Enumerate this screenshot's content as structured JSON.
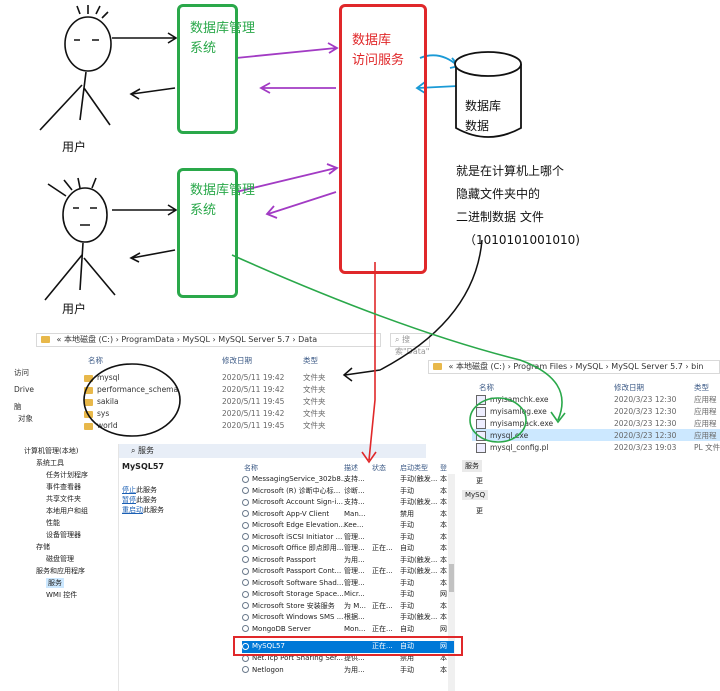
{
  "diagram": {
    "users": [
      "用户",
      "用户"
    ],
    "dbms_label": "数据库管理\n系统",
    "dbms_labels": [
      "数据库管理",
      "系统"
    ],
    "access_service": [
      "数据库",
      "访问服务"
    ],
    "database": [
      "数据库",
      "数据"
    ],
    "note_lines": [
      "就是在计算机上哪个",
      "隐藏文件夹中的",
      "二进制数据 文件",
      "（1010101001010)"
    ]
  },
  "explorer_data": {
    "path": [
      "«",
      "本地磁盘 (C:)",
      "ProgramData",
      "MySQL",
      "MySQL Server 5.7",
      "Data"
    ],
    "search_placeholder": "搜索\"Data\"",
    "columns": [
      "名称",
      "修改日期",
      "类型"
    ],
    "nav": [
      "访问",
      "Drive",
      "脑",
      "对象"
    ],
    "rows": [
      {
        "name": "mysql",
        "date": "2020/5/11 19:42",
        "type": "文件夹"
      },
      {
        "name": "performance_schema",
        "date": "2020/5/11 19:42",
        "type": "文件夹"
      },
      {
        "name": "sakila",
        "date": "2020/5/11 19:45",
        "type": "文件夹"
      },
      {
        "name": "sys",
        "date": "2020/5/11 19:42",
        "type": "文件夹"
      },
      {
        "name": "world",
        "date": "2020/5/11 19:45",
        "type": "文件夹"
      }
    ]
  },
  "explorer_bin": {
    "path": [
      "«",
      "本地磁盘 (C:)",
      "Program Files",
      "MySQL",
      "MySQL Server 5.7",
      "bin"
    ],
    "columns": [
      "名称",
      "修改日期",
      "类型"
    ],
    "rows": [
      {
        "name": "myisamchk.exe",
        "date": "2020/3/23 12:30",
        "type": "应用程"
      },
      {
        "name": "myisamlog.exe",
        "date": "2020/3/23 12:30",
        "type": "应用程"
      },
      {
        "name": "myisampack.exe",
        "date": "2020/3/23 12:30",
        "type": "应用程"
      },
      {
        "name": "mysql.exe",
        "date": "2020/3/23 12:30",
        "type": "应用程"
      },
      {
        "name": "mysql_config.pl",
        "date": "2020/3/23 19:03",
        "type": "PL 文件"
      }
    ],
    "side": [
      "服务",
      "MySQ",
      "更"
    ]
  },
  "services": {
    "header": "服务",
    "selected_service": "MySQL57",
    "actions_label": [
      "停止此服务",
      "暂停此服务",
      "重启动此服务"
    ],
    "actions_links": [
      "停止",
      "暂停",
      "重启动"
    ],
    "actions_rest": [
      "此服务",
      "此服务",
      "此服务"
    ],
    "columns": [
      "名称",
      "描述",
      "状态",
      "启动类型",
      "登"
    ],
    "rows": [
      {
        "name": "MessagingService_302b8...",
        "desc": "支持...",
        "status": "",
        "start": "手动(触发...",
        "logon": "本"
      },
      {
        "name": "Microsoft (R) 诊断中心标...",
        "desc": "诊断...",
        "status": "",
        "start": "手动",
        "logon": "本"
      },
      {
        "name": "Microsoft Account Sign-i...",
        "desc": "支持...",
        "status": "",
        "start": "手动(触发...",
        "logon": "本"
      },
      {
        "name": "Microsoft App-V Client",
        "desc": "Man...",
        "status": "",
        "start": "禁用",
        "logon": "本"
      },
      {
        "name": "Microsoft Edge Elevation...",
        "desc": "Kee...",
        "status": "",
        "start": "手动",
        "logon": "本"
      },
      {
        "name": "Microsoft iSCSI Initiator ...",
        "desc": "管理...",
        "status": "",
        "start": "手动",
        "logon": "本"
      },
      {
        "name": "Microsoft Office 即点即用...",
        "desc": "管理...",
        "status": "正在...",
        "start": "自动",
        "logon": "本"
      },
      {
        "name": "Microsoft Passport",
        "desc": "为用...",
        "status": "",
        "start": "手动(触发...",
        "logon": "本"
      },
      {
        "name": "Microsoft Passport Cont...",
        "desc": "管理...",
        "status": "正在...",
        "start": "手动(触发...",
        "logon": "本"
      },
      {
        "name": "Microsoft Software Shad...",
        "desc": "管理...",
        "status": "",
        "start": "手动",
        "logon": "本"
      },
      {
        "name": "Microsoft Storage Space...",
        "desc": "Micr...",
        "status": "",
        "start": "手动",
        "logon": "网"
      },
      {
        "name": "Microsoft Store 安装服务",
        "desc": "为 M...",
        "status": "正在...",
        "start": "手动",
        "logon": "本"
      },
      {
        "name": "Microsoft Windows SMS ...",
        "desc": "根据...",
        "status": "",
        "start": "手动(触发...",
        "logon": "本"
      },
      {
        "name": "MongoDB Server",
        "desc": "Mon...",
        "status": "正在...",
        "start": "自动",
        "logon": "网"
      },
      {
        "name": "MySQL57",
        "desc": "",
        "status": "正在...",
        "start": "自动",
        "logon": "网"
      },
      {
        "name": "Net.Tcp Port Sharing Ser...",
        "desc": "提供...",
        "status": "",
        "start": "禁用",
        "logon": "本"
      },
      {
        "name": "Netlogon",
        "desc": "为用...",
        "status": "",
        "start": "手动",
        "logon": "本"
      }
    ]
  },
  "tree": {
    "items": [
      "计算机管理(本地)",
      "系统工具",
      "任务计划程序",
      "事件查看器",
      "共享文件夹",
      "本地用户和组",
      "性能",
      "设备管理器",
      "存储",
      "磁盘管理",
      "服务和应用程序",
      "服务",
      "WMI 控件"
    ]
  },
  "colors": {
    "green": "#2aa84a",
    "red": "#e0282a",
    "purple": "#a23bc4",
    "blue": "#1a9ad6",
    "selection": "#0078d7"
  }
}
